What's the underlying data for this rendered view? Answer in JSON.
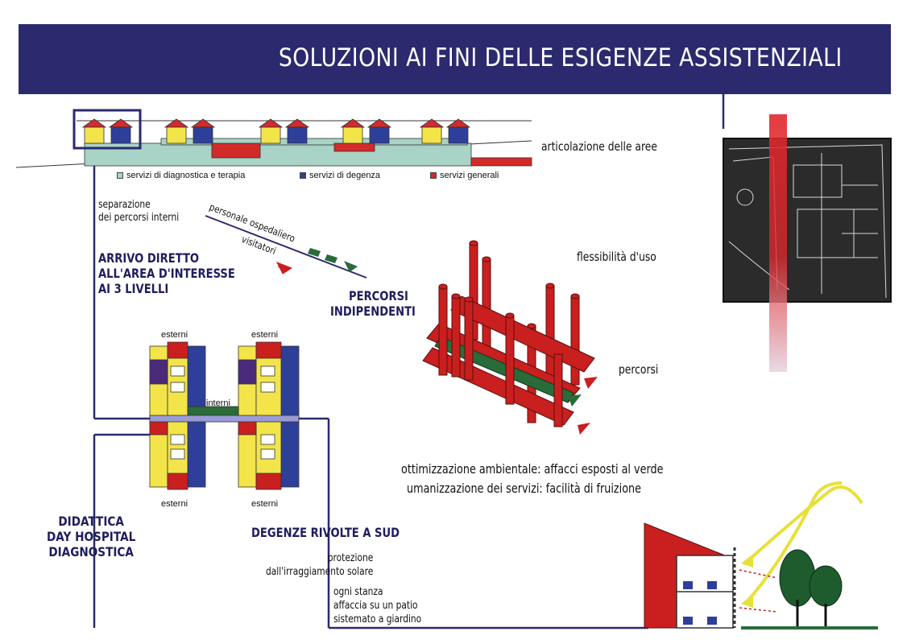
{
  "header": {
    "title": "SOLUZIONI AI FINI DELLE ESIGENZE ASSISTENZIALI"
  },
  "section_elevation": {
    "label": "articolazione delle aree",
    "legend": [
      {
        "label": "servizi di diagnostica e terapia",
        "color": "#a8d3c6"
      },
      {
        "label": "servizi di degenza",
        "color": "#2e3f9a"
      },
      {
        "label": "servizi generali",
        "color": "#d32a2a"
      }
    ]
  },
  "paths": {
    "separation_label_1": "separazione",
    "separation_label_2": "dei percorsi interni",
    "staff_label": "personale ospedaliero",
    "visitors_label": "visitatori",
    "independent_1": "PERCORSI",
    "independent_2": "INDIPENDENTI"
  },
  "arrival": {
    "line1": "ARRIVO DIRETTO",
    "line2": "ALL'AREA D'INTERESSE",
    "line3": "AI 3 LIVELLI"
  },
  "flexibility": {
    "label_use": "flessibilità d'uso",
    "label_paths": "percorsi"
  },
  "plan": {
    "top_left": "esterni",
    "top_right": "esterni",
    "middle": "interni",
    "bottom_left": "esterni",
    "bottom_right": "esterni"
  },
  "environment": {
    "line1": "ottimizzazione ambientale: affacci esposti al verde",
    "line2": "umanizzazione dei servizi: facilità di fruizione"
  },
  "left_block": {
    "line1": "DIDATTICA",
    "line2": "DAY HOSPITAL",
    "line3": "DIAGNOSTICA"
  },
  "south": {
    "title": "DEGENZE RIVOLTE A SUD",
    "protection_1": "protezione",
    "protection_2": "dall'irraggiamento solare",
    "room_1": "ogni stanza",
    "room_2": "affaccia su un patio",
    "room_3": "sistemato a giardino"
  },
  "colors": {
    "navy": "#2b2a6e",
    "red": "#c91f1f",
    "yellow": "#f3e44a",
    "blue": "#2e3f9a",
    "green": "#2a6b3a",
    "mint": "#a8d3c6"
  }
}
